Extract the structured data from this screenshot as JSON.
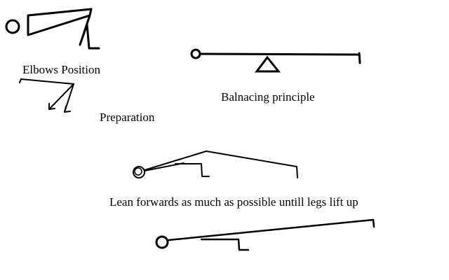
{
  "labels": {
    "elbows_position": "Elbows Position",
    "preparation": "Preparation",
    "balancing_principle": "Balnacing principle",
    "lean_forwards": "Lean forwards as much as possible untill legs lift up"
  },
  "colors": {
    "ink": "#000000",
    "background": "#ffffff"
  }
}
